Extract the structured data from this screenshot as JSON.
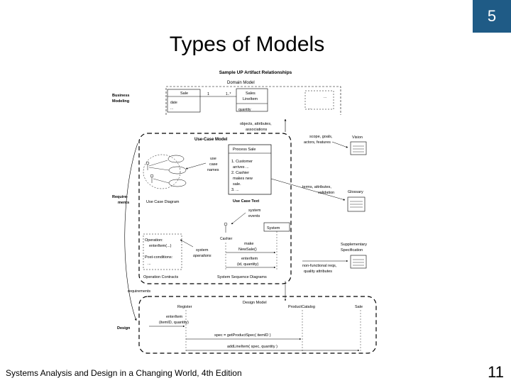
{
  "slide": {
    "chapter_number": "5",
    "title": "Types of Models",
    "footer": "Systems Analysis and Design in a Changing World, 4th Edition",
    "page_number": "11"
  },
  "diagram": {
    "heading": "Sample UP Artifact Relationships",
    "disciplines": {
      "business_modeling_line1": "Business",
      "business_modeling_line2": "Modeling",
      "requirements_line1": "Require-",
      "requirements_line2": "ments",
      "design": "Design"
    },
    "domain_model": {
      "title": "Domain Model",
      "sale": "Sale",
      "date": "date",
      "mult_one": "1",
      "mult_many": "1..*",
      "sales_line1": "Sales",
      "sales_line2": "LineItem",
      "quantity": "quantity"
    },
    "use_case_model": {
      "title": "Use-Case Model",
      "process_sale": "Process Sale",
      "use_case_names": [
        "use",
        "case",
        "names"
      ],
      "steps": [
        "1. Customer",
        "arrives ...",
        "2. Cashier",
        "makes new",
        "sale.",
        "3. ..."
      ],
      "use_case_diagram": "Use Case Diagram",
      "use_case_text": "Use Case Text",
      "system_events": [
        "system",
        "events"
      ],
      "system": "System",
      "cashier": "Cashier",
      "operation_line1": "Operation:",
      "operation_line2": "enterItem(...)",
      "postconditions": "Post-conditions:",
      "ellipsis": "...",
      "system_operations": [
        "system",
        "operations"
      ],
      "make_new_sale": [
        "make",
        "NewSale()"
      ],
      "enter_item": [
        "enterItem",
        "(id, quantity)"
      ],
      "operation_contracts": "Operation Contracts",
      "system_sequence_diagrams": "System Sequence Diagrams"
    },
    "annotations": {
      "objects_attributes": [
        "objects, attributes,",
        "associations"
      ],
      "scope_goals": [
        "scope, goals,",
        "actors, features"
      ],
      "terms_attributes": [
        "terms, attributes,",
        "validation"
      ],
      "non_functional": [
        "non-functional reqs,",
        "quality attributes"
      ],
      "requirements": "requirements"
    },
    "artifacts": {
      "vision": "Vision",
      "glossary": "Glossary",
      "supplementary_line1": "Supplementary",
      "supplementary_line2": "Specification"
    },
    "design_model": {
      "title": "Design Model",
      "register": "Register",
      "product_catalog": "ProductCatalog",
      "sale": "Sale",
      "enter_item": [
        "enterItem",
        "(itemID, quantity)"
      ],
      "spec_call": "spec = getProductSpec( itemID )",
      "add_line_item": "addLineItem( spec, quantity )"
    }
  }
}
